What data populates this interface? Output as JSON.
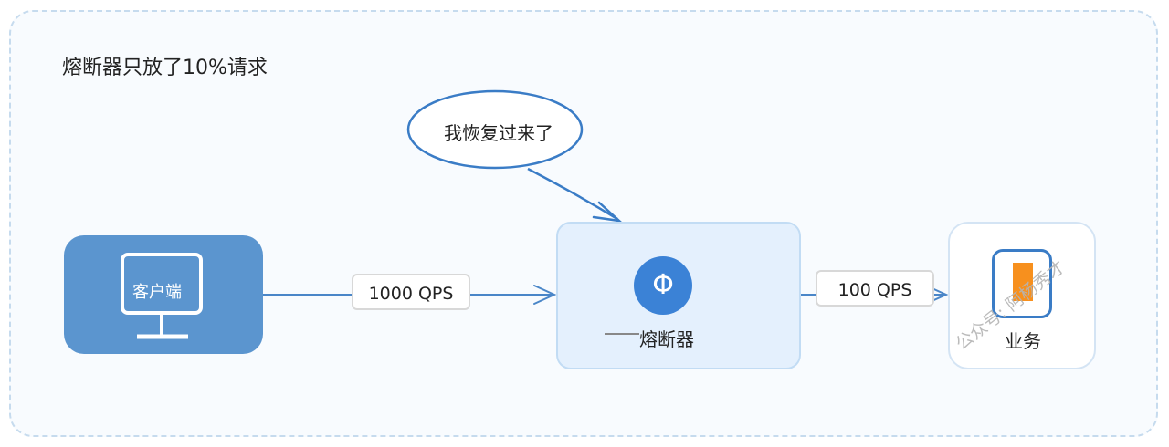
{
  "diagram": {
    "title": "熔断器只放了10%请求",
    "speech_bubble": "我恢复过来了",
    "nodes": {
      "client": {
        "label": "客户端",
        "icon": "monitor-icon"
      },
      "breaker": {
        "label": "熔断器",
        "icon": "phi-circle-icon",
        "icon_glyph": "Φ"
      },
      "service": {
        "label": "业务",
        "icon": "service-block-icon"
      }
    },
    "edges": [
      {
        "from": "client",
        "to": "breaker",
        "label": "1000 QPS"
      },
      {
        "from": "breaker",
        "to": "service",
        "label": "100 QPS"
      }
    ],
    "watermark": "公众号: 阿杨秀才",
    "colors": {
      "client_fill": "#5b95cf",
      "breaker_fill": "#e4f0fd",
      "accent_blue": "#3b82d6",
      "edge_blue": "#4a86c8",
      "service_accent": "#f7901e"
    }
  }
}
